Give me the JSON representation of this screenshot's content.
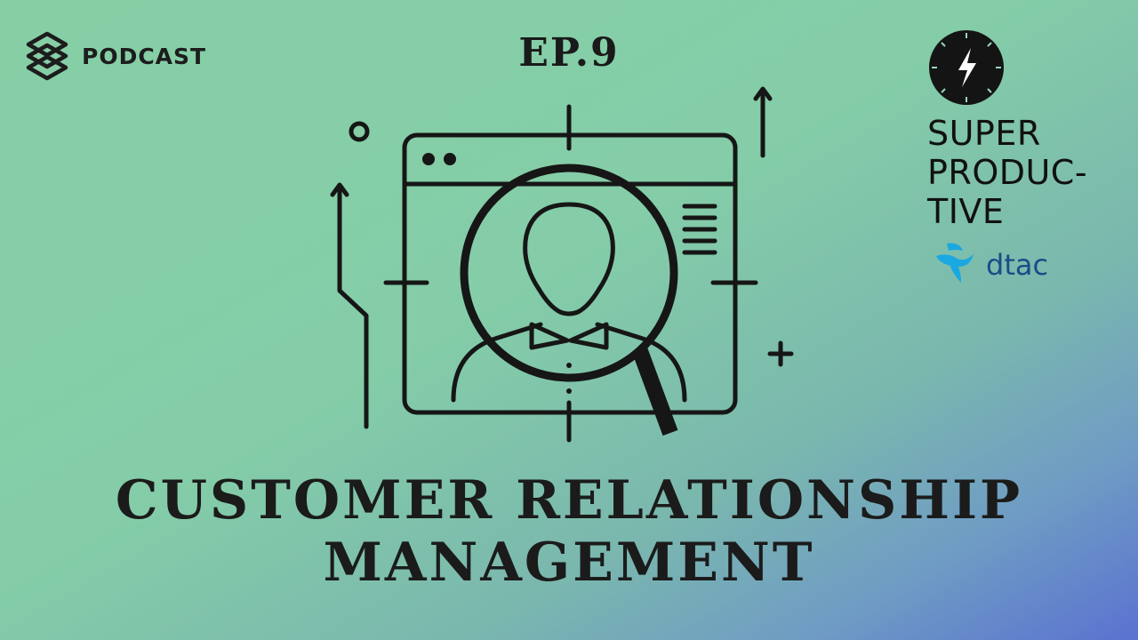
{
  "brand": {
    "label": "PODCAST",
    "icon": "stacked-layers-icon"
  },
  "episode": {
    "label": "EP.9"
  },
  "illustration": {
    "icon": "customer-search-browser-icon"
  },
  "sponsor": {
    "lines": [
      "SUPER",
      "PRODUC-",
      "TIVE"
    ],
    "clock_icon": "lightning-clock-icon",
    "partner_label": "dtac",
    "partner_icon": "dtac-logo-icon",
    "partner_color": "#1aa8e0"
  },
  "title": {
    "line1": "CUSTOMER RELATIONSHIP",
    "line2": "MANAGEMENT"
  },
  "colors": {
    "ink": "#1a1a1a",
    "bg_start": "#86cfa5",
    "bg_end": "#5a72d0"
  }
}
